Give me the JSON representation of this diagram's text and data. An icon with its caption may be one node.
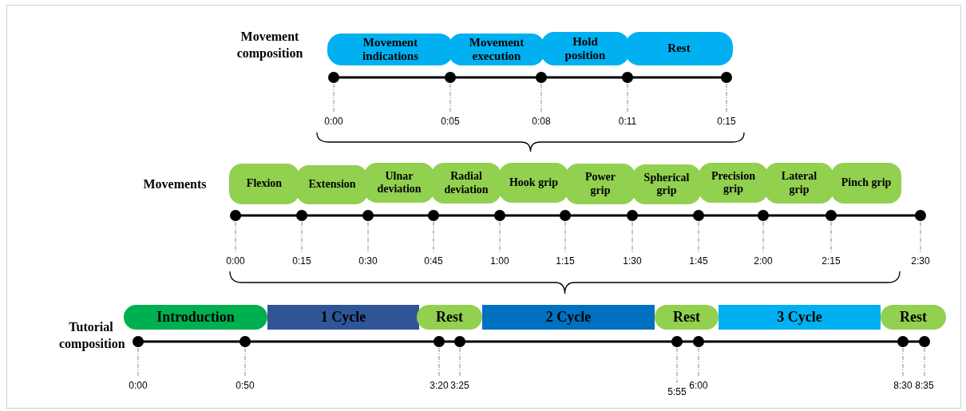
{
  "diagram": {
    "nodes": [
      {
        "text": [
          "Movement indications"
        ]
      },
      {
        "text": [
          "Movement execution"
        ]
      },
      {
        "text": [
          "Hold position"
        ]
      },
      {
        "text": [
          "Rest"
        ]
      },
      {
        "text": [
          "Flexion"
        ]
      },
      {
        "text": [
          "Extension"
        ]
      },
      {
        "text": [
          "Ulnar deviation"
        ]
      },
      {
        "text": [
          "Radial deviation"
        ]
      },
      {
        "text": [
          "Hook grip"
        ]
      },
      {
        "text": [
          "Power grip"
        ]
      },
      {
        "text": [
          "Spherical grip"
        ]
      },
      {
        "text": [
          "Precision grip"
        ]
      },
      {
        "text": [
          "Lateral grip"
        ]
      },
      {
        "text": [
          "Pinch grip"
        ]
      },
      {
        "text": [
          "Introduction"
        ]
      },
      {
        "text": [
          "1 Cycle"
        ]
      },
      {
        "text": [
          "Rest"
        ]
      },
      {
        "text": [
          "2 Cycle"
        ]
      },
      {
        "text": [
          "Rest"
        ]
      },
      {
        "text": [
          "3 Cycle"
        ]
      },
      {
        "text": [
          "Rest"
        ]
      }
    ],
    "labels": [
      "Movement composition",
      "0:00",
      "0:05",
      "0:08",
      "0:11",
      "0:15",
      "Movements",
      "0:00",
      "0:15",
      "0:30",
      "0:45",
      "1:00",
      "1:15",
      "1:30",
      "1:45",
      "2:00",
      "2:15",
      "2:30",
      "Tutorial composition",
      "0:00",
      "0:50",
      "3:20",
      "3:25",
      "5:55",
      "6:00",
      "8:30",
      "8:35"
    ]
  }
}
